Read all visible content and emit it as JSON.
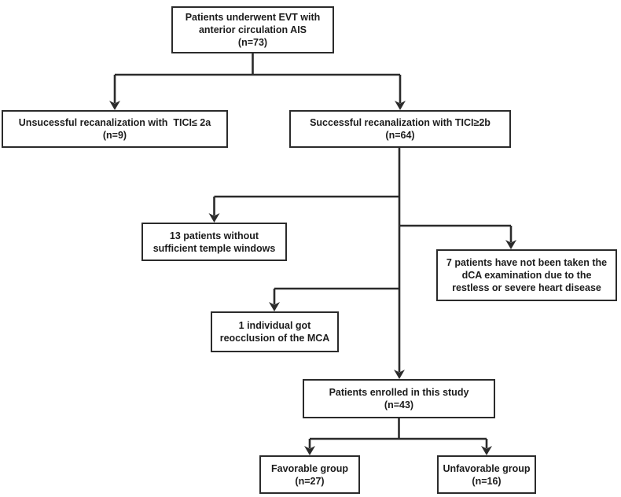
{
  "figure": {
    "type": "flowchart",
    "background_color": "#ffffff",
    "line_color": "#2b2b2b",
    "box_border_color": "#2b2b2b",
    "box_fill_color": "#ffffff",
    "text_color": "#1c1c1c"
  },
  "nodes": {
    "evt_total": {
      "label": "Patients underwent EVT with\nanterior circulation AIS\n(n=73)",
      "n": 73
    },
    "unsuccessful_recanalization": {
      "label": "Unsucessful recanalization with  TICI≤ 2a\n(n=9)",
      "n": 9
    },
    "successful_recanalization": {
      "label": "Successful recanalization with TICI≥2b\n(n=64)",
      "n": 64
    },
    "no_temple_windows": {
      "label": "13 patients without\nsufficient temple windows",
      "n": 13
    },
    "no_dca_examination": {
      "label": "7 patients have not been taken the\ndCA examination due to the\nrestless or severe heart disease",
      "n": 7
    },
    "mca_reocclusion": {
      "label": "1 individual got\nreocclusion of the MCA",
      "n": 1
    },
    "enrolled": {
      "label": "Patients enrolled in this study\n(n=43)",
      "n": 43
    },
    "favorable_group": {
      "label": "Favorable group\n(n=27)",
      "n": 27
    },
    "unfavorable_group": {
      "label": "Unfavorable group\n(n=16)",
      "n": 16
    }
  },
  "edges": [
    {
      "from": "evt_total",
      "to": "unsuccessful_recanalization"
    },
    {
      "from": "evt_total",
      "to": "successful_recanalization"
    },
    {
      "from": "successful_recanalization",
      "to": "no_temple_windows"
    },
    {
      "from": "successful_recanalization",
      "to": "no_dca_examination"
    },
    {
      "from": "successful_recanalization",
      "to": "mca_reocclusion"
    },
    {
      "from": "successful_recanalization",
      "to": "enrolled"
    },
    {
      "from": "enrolled",
      "to": "favorable_group"
    },
    {
      "from": "enrolled",
      "to": "unfavorable_group"
    }
  ]
}
